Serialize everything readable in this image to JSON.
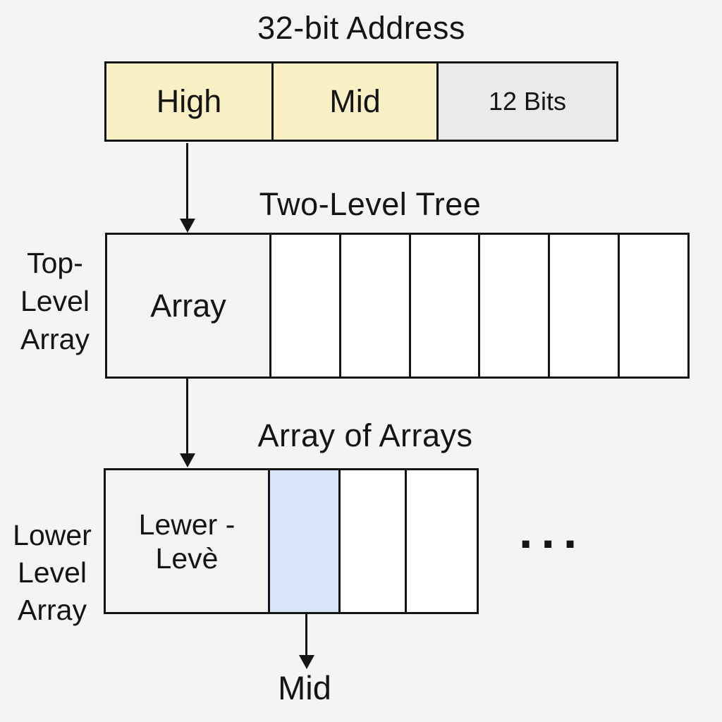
{
  "titles": {
    "address": "32-bit Address",
    "two_level_tree": "Two-Level Tree",
    "array_of_arrays": "Array of Arrays"
  },
  "address_box": {
    "cells": [
      {
        "label": "High",
        "fill": "#faf0c6"
      },
      {
        "label": "Mid",
        "fill": "#faf0c6"
      },
      {
        "label": "12 Bits",
        "fill": "#eaeae8"
      }
    ]
  },
  "top_level": {
    "side_label_lines": [
      "Top-",
      "Level",
      "Array"
    ],
    "first_cell_label": "Array",
    "empty_cell_count": 6
  },
  "lower_level": {
    "side_label_lines": [
      "Lower",
      "Level",
      "Array"
    ],
    "first_cell_lines": [
      "Lewer -",
      "Levè"
    ],
    "highlight_fill": "#d8e5f8",
    "empty_cell_count": 2,
    "ellipsis": "..."
  },
  "bottom_label": "Mid",
  "colors": {
    "background": "#f5f4f2",
    "border": "#141414",
    "text": "#141414",
    "yellow_cell": "#faf0c6",
    "gray_cell": "#eaeae8",
    "blue_cell": "#d8e5f8",
    "light_cell": "#f3f3f1",
    "white_cell": "#ffffff"
  }
}
